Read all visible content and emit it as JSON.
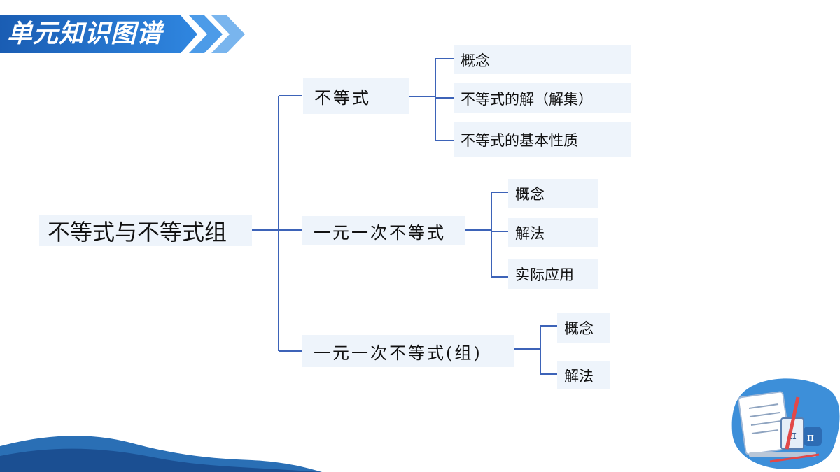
{
  "header": {
    "title": "单元知识图谱"
  },
  "mindmap": {
    "root": "不等式与不等式组",
    "branches": [
      {
        "label": "不等式",
        "children": [
          "概念",
          "不等式的解（解集）",
          "不等式的基本性质"
        ]
      },
      {
        "label": "一元一次不等式",
        "children": [
          "概念",
          "解法",
          "实际应用"
        ]
      },
      {
        "label": "一元一次不等式(组)",
        "children": [
          "概念",
          "解法"
        ]
      }
    ]
  },
  "colors": {
    "accent": "#1f6fc4",
    "line": "#3d63b8",
    "box_fill": "#eef4fb",
    "wave": "#2a6fb5"
  },
  "decoration": {
    "icon": "math-study-illustration-icon",
    "symbol": "π"
  }
}
